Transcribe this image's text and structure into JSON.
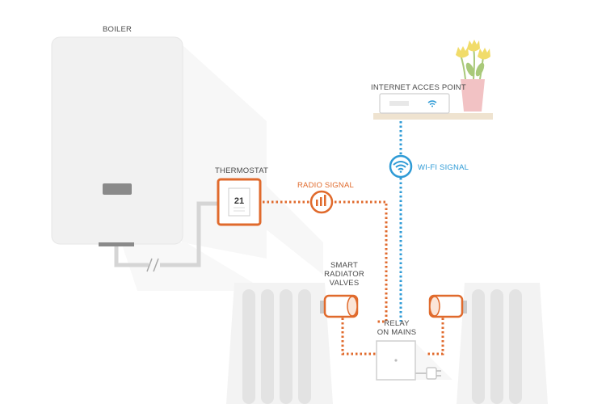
{
  "labels": {
    "boiler": "BOILER",
    "thermostat": "THERMOSTAT",
    "radio_signal": "RADIO SIGNAL",
    "internet_access_point": "INTERNET ACCES POINT",
    "wifi_signal": "WI-FI SIGNAL",
    "smart_radiator_valves_line1": "SMART",
    "smart_radiator_valves_line2": "RADIATOR",
    "smart_radiator_valves_line3": "VALVES",
    "relay_line1": "RELAY",
    "relay_line2": "ON MAINS"
  },
  "thermostat_display": "21",
  "colors": {
    "orange": "#e06a2c",
    "blue": "#2f9bd6",
    "boiler_body": "#f1f1f1",
    "shadow": "#f7f7f7",
    "shelf": "#efe3d0",
    "pot": "#f2c2c4",
    "flower": "#f1dc6a",
    "leaf": "#a9c97a"
  },
  "icons": [
    "boiler-icon",
    "thermostat-icon",
    "radio-signal-icon",
    "wifi-icon",
    "router-icon",
    "flower-pot-icon",
    "radiator-icon",
    "valve-icon",
    "relay-icon",
    "plug-icon"
  ]
}
